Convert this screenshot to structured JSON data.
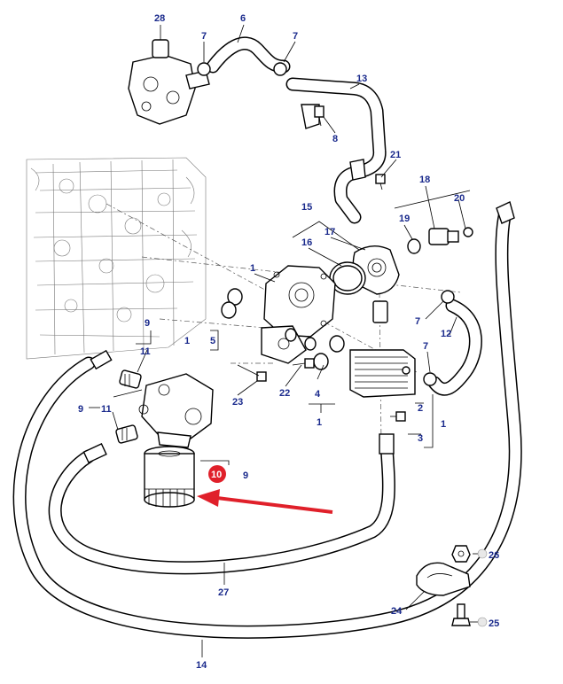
{
  "accent_colors": {
    "callout_text": "#1a2a8c",
    "highlight_bubble": "#e0202a",
    "arrow": "#e0202a"
  },
  "callouts": {
    "c28": "28",
    "c6": "6",
    "c7a": "7",
    "c7b": "7",
    "c13": "13",
    "c8": "8",
    "c21": "21",
    "c18": "18",
    "c20": "20",
    "c19": "19",
    "c15": "15",
    "c16": "16",
    "c17": "17",
    "c1a": "1",
    "c7c": "7",
    "c12": "12",
    "c7d": "7",
    "c9a": "9",
    "c11a": "11",
    "c1b": "1",
    "c5": "5",
    "c23": "23",
    "c22": "22",
    "c4": "4",
    "c1c": "1",
    "c2": "2",
    "c3": "3",
    "c1d": "1",
    "c9b": "9",
    "c11b": "11",
    "c9c": "9",
    "c10": "10",
    "c26": "26",
    "c24": "24",
    "c25": "25",
    "c27": "27",
    "c14": "14"
  },
  "highlight": {
    "part_number": "10",
    "part_icon": "oil-filter-icon"
  }
}
